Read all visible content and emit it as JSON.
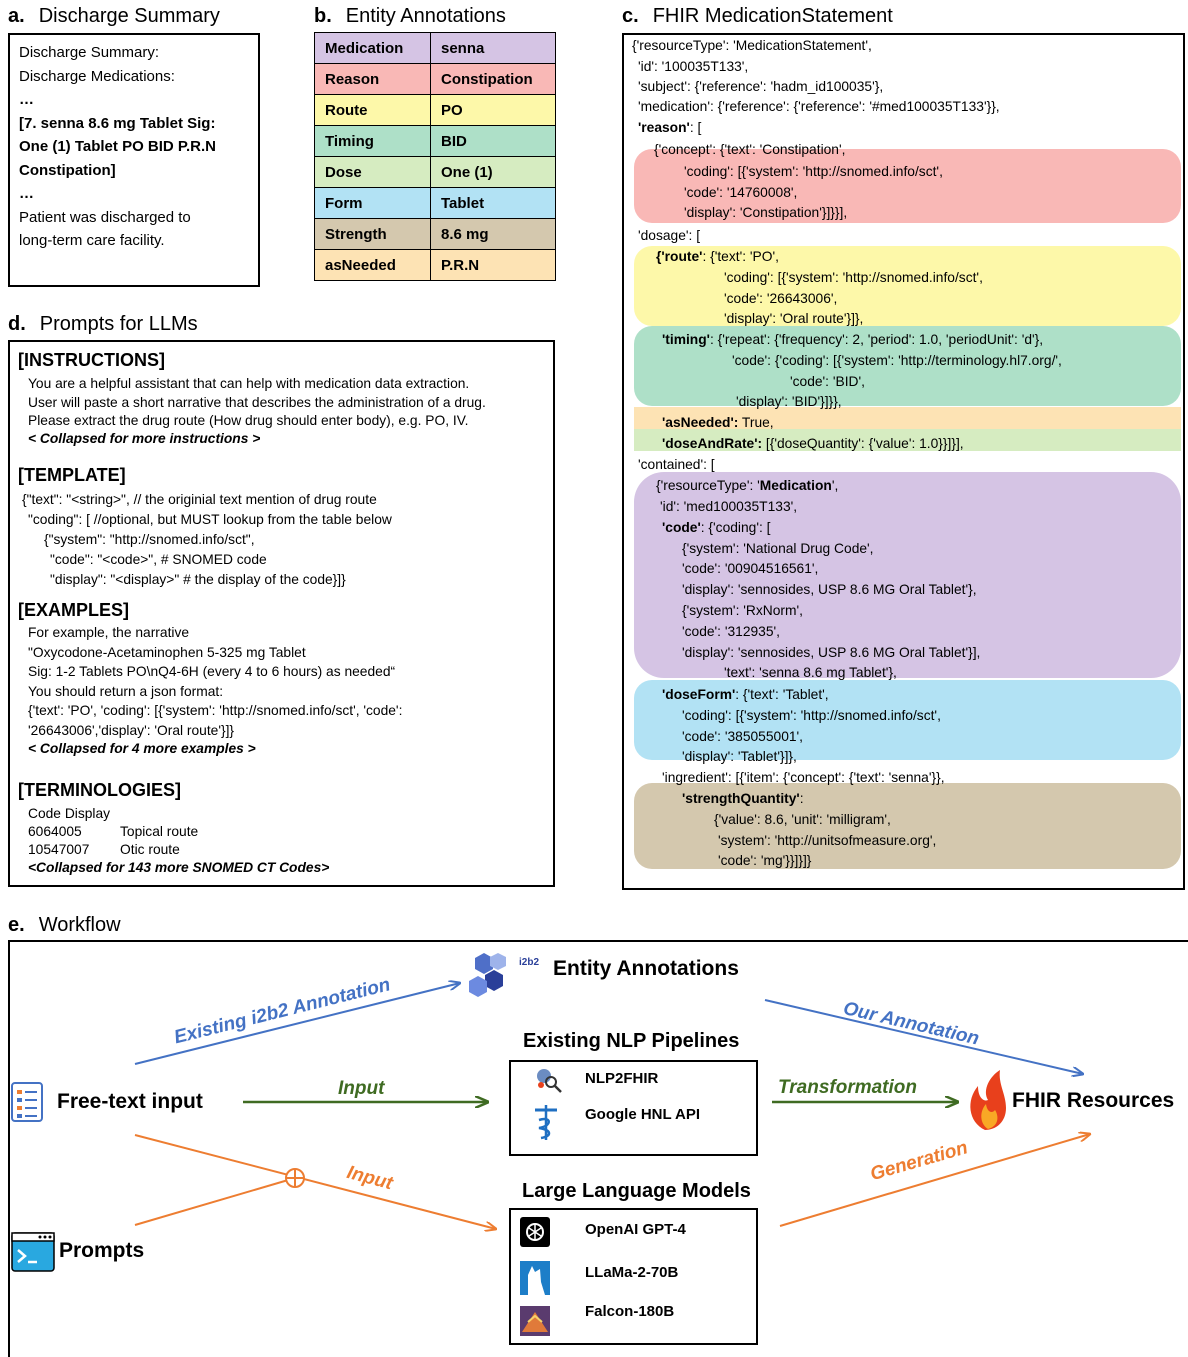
{
  "panel_a": {
    "letter": "a.",
    "title": "Discharge Summary",
    "lines": [
      {
        "text": "Discharge Summary:",
        "bold": false
      },
      {
        "text": "Discharge Medications:",
        "bold": false
      },
      {
        "text": "…",
        "bold": true
      },
      {
        "text": "[7. senna 8.6 mg Tablet Sig:",
        "bold": true
      },
      {
        "text": "One (1) Tablet PO BID P.R.N",
        "bold": true
      },
      {
        "text": "Constipation]",
        "bold": true
      },
      {
        "text": "…",
        "bold": true
      },
      {
        "text": "Patient was discharged to",
        "bold": false
      },
      {
        "text": "long-term care facility.",
        "bold": false
      }
    ]
  },
  "panel_b": {
    "letter": "b.",
    "title": "Entity Annotations",
    "rows": [
      {
        "key": "Medication",
        "value": "senna",
        "color": "#d5c4e4"
      },
      {
        "key": "Reason",
        "value": "Constipation",
        "color": "#f9b8b6"
      },
      {
        "key": "Route",
        "value": "PO",
        "color": "#fdf8a9"
      },
      {
        "key": "Timing",
        "value": "BID",
        "color": "#aee0c8"
      },
      {
        "key": "Dose",
        "value": "One (1)",
        "color": "#d6ecc1"
      },
      {
        "key": "Form",
        "value": "Tablet",
        "color": "#b2e2f4"
      },
      {
        "key": "Strength",
        "value": "8.6 mg",
        "color": "#d4c8ae"
      },
      {
        "key": "asNeeded",
        "value": "P.R.N",
        "color": "#fde3b4"
      }
    ]
  },
  "panel_c": {
    "letter": "c.",
    "title": "FHIR MedicationStatement",
    "lines": [
      "{'resourceType': 'MedicationStatement',",
      "'id': '100035T133',",
      "'subject': {'reference': 'hadm_id100035'},",
      "'medication': {'reference': {'reference': '#med100035T133'}},",
      "'reason': [",
      "{'concept': {'text': 'Constipation',",
      "'coding': [{'system': 'http://snomed.info/sct',",
      "'code': '14760008',",
      "'display': 'Constipation'}]}}],",
      "'dosage': [",
      "{'route': {'text': 'PO',",
      "'coding': [{'system': 'http://snomed.info/sct',",
      "'code': '26643006',",
      "'display': 'Oral route'}]},",
      "'timing': {'repeat': {'frequency': 2, 'period': 1.0, 'periodUnit': 'd'},",
      "'code': {'coding': [{'system': 'http://terminology.hl7.org/',",
      "'code': 'BID',",
      "'display': 'BID'}]}},",
      "'asNeeded': True,",
      "'doseAndRate': [{'doseQuantity': {'value': 1.0}}]}],",
      "'contained': [",
      "{'resourceType': 'Medication',",
      "'id': 'med100035T133',",
      "'code': {'coding': [",
      "{'system': 'National Drug Code',",
      "'code': '00904516561',",
      "'display': 'sennosides, USP 8.6 MG Oral Tablet'},",
      "{'system': 'RxNorm',",
      "'code': '312935',",
      "'display': 'sennosides, USP 8.6 MG Oral Tablet'}],",
      "'text': 'senna 8.6 mg Tablet'},",
      "'doseForm': {'text': 'Tablet',",
      "'coding': [{'system': 'http://snomed.info/sct',",
      "'code': '385055001',",
      "'display': 'Tablet'}]},",
      "'ingredient': [{'item': {'concept': {'text': 'senna'}},",
      "'strengthQuantity':",
      "{'value': 8.6, 'unit': 'milligram',",
      "'system': 'http://unitsofmeasure.org',",
      "'code': 'mg'}}]}]}"
    ]
  },
  "panel_d": {
    "letter": "d.",
    "title": "Prompts for LLMs",
    "instructions_heading": "[INSTRUCTIONS]",
    "instructions": [
      "You are a helpful assistant that can help with medication data extraction.",
      "User will paste a short narrative that describes the administration of a drug.",
      "Please extract the drug route (How drug should enter body), e.g. PO, IV."
    ],
    "instructions_collapsed": "< Collapsed for more instructions >",
    "template_heading": "[TEMPLATE]",
    "template": [
      "{\"text\": \"<string>\", // the originial text mention of drug route",
      "\"coding\": [ //optional, but MUST lookup from the table below",
      "{\"system\": \"http://snomed.info/sct\",",
      "\"code\": \"<code>\", # SNOMED code",
      "\"display\": \"<display>\" # the display of the code}]}"
    ],
    "examples_heading": "[EXAMPLES]",
    "examples": [
      "For example, the narrative",
      "\"Oxycodone-Acetaminophen 5-325 mg Tablet",
      "Sig: 1-2 Tablets PO\\nQ4-6H (every 4 to 6 hours) as needed“",
      "You should return a json format:",
      "{'text': 'PO', 'coding': [{'system': 'http://snomed.info/sct', 'code':",
      "'26643006','display': 'Oral route'}]}"
    ],
    "examples_collapsed": "< Collapsed for 4 more examples >",
    "terminologies_heading": "[TERMINOLOGIES]",
    "terminologies_header": "Code Display",
    "terminologies": [
      {
        "code": "6064005",
        "display": "Topical route"
      },
      {
        "code": "10547007",
        "display": "Otic route"
      }
    ],
    "terminologies_collapsed": "<Collapsed for 143 more SNOMED CT Codes>"
  },
  "panel_e": {
    "letter": "e.",
    "title": "Workflow",
    "free_text_input": "Free-text input",
    "prompts": "Prompts",
    "entity_annotations": "Entity Annotations",
    "i2b2_logo": "i2b2",
    "existing_pipelines_title": "Existing NLP Pipelines",
    "pipelines": [
      "NLP2FHIR",
      "Google HNL API"
    ],
    "llm_title": "Large Language Models",
    "llms": [
      "OpenAI GPT-4",
      "LLaMa-2-70B",
      "Falcon-180B"
    ],
    "fhir_resources": "FHIR Resources",
    "arrows": {
      "existing_i2b2": "Existing i2b2 Annotation",
      "our_annotation": "Our Annotation",
      "input_green": "Input",
      "transformation": "Transformation",
      "input_orange": "Input",
      "generation": "Generation"
    },
    "colors": {
      "blue": "#4472c4",
      "green": "#3f6b22",
      "orange": "#ed7d31"
    }
  }
}
